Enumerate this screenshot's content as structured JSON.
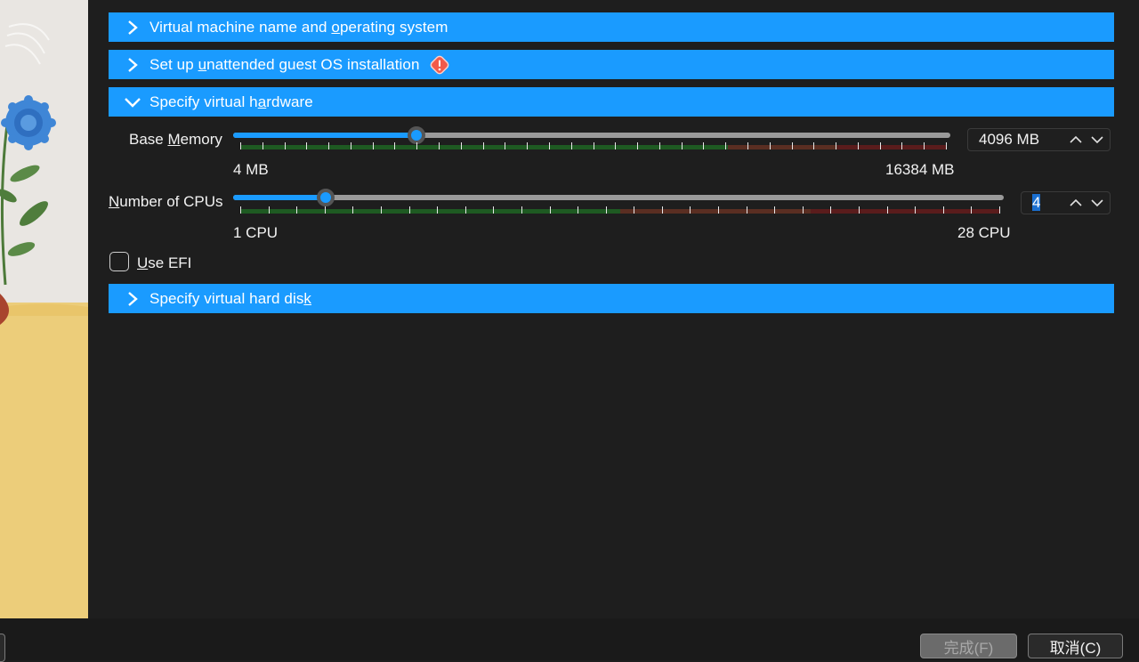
{
  "sections": [
    {
      "id": "name-os",
      "title": "Virtual machine name and operating system",
      "expanded": false
    },
    {
      "id": "unattended",
      "title": "Set up unattended guest OS installation",
      "expanded": false,
      "warning": true
    },
    {
      "id": "hardware",
      "title": "Specify virtual hardware",
      "expanded": true
    },
    {
      "id": "hard-disk",
      "title": "Specify virtual hard disk",
      "expanded": false
    }
  ],
  "hardware": {
    "memory": {
      "label": "Base Memory",
      "value_text": "4096 MB",
      "value": 4096,
      "min_label": "4 MB",
      "max_label": "16384 MB",
      "min": 4,
      "max": 16384,
      "safe_fraction": 0.69
    },
    "cpus": {
      "label": "Number of CPUs",
      "value_text": "4",
      "value": 4,
      "min_label": "1 CPU",
      "max_label": "28 CPU",
      "min": 1,
      "max": 28,
      "safe_fraction": 0.5
    },
    "efi": {
      "label": "Use EFI",
      "checked": false
    }
  },
  "buttons": {
    "finish": "完成(F)",
    "cancel": "取消(C)"
  },
  "icons": {
    "section_collapsed": "chevron-right-icon",
    "section_expanded": "chevron-down-icon",
    "warning": "warning-icon",
    "spin_up": "chevron-up-icon",
    "spin_down": "chevron-down-icon"
  },
  "colors": {
    "accent": "#1a9bff",
    "background": "#1e1e1e",
    "safe_zone": "#1e5a22",
    "warn_zone": "#5a2e22",
    "danger_zone": "#5a1c1c",
    "warning_badge": "#f15a4a"
  }
}
